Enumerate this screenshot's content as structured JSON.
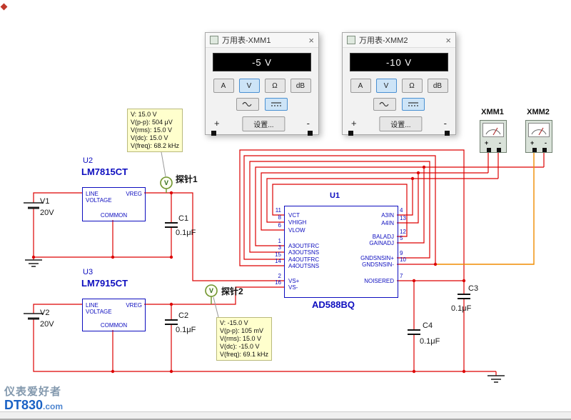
{
  "windows": {
    "xmm1": {
      "title": "万用表-XMM1",
      "close_icon": "×",
      "reading": "-5 V",
      "btn_a": "A",
      "btn_v": "V",
      "btn_ohm": "Ω",
      "btn_db": "dB",
      "plus": "+",
      "minus": "-",
      "settings": "设置..."
    },
    "xmm2": {
      "title": "万用表-XMM2",
      "close_icon": "×",
      "reading": "-10 V",
      "btn_a": "A",
      "btn_v": "V",
      "btn_ohm": "Ω",
      "btn_db": "dB",
      "plus": "+",
      "minus": "-",
      "settings": "设置..."
    }
  },
  "meters": {
    "xmm1": {
      "label": "XMM1",
      "plus": "+",
      "minus": "-"
    },
    "xmm2": {
      "label": "XMM2",
      "plus": "+",
      "minus": "-"
    }
  },
  "components": {
    "v1": {
      "ref": "V1",
      "value": "20V"
    },
    "v2": {
      "ref": "V2",
      "value": "20V"
    },
    "u2": {
      "ref": "U2",
      "part": "LM7815CT",
      "line": "LINE",
      "voltage": "VOLTAGE",
      "vreg": "VREG",
      "common": "COMMON"
    },
    "u3": {
      "ref": "U3",
      "part": "LM7915CT",
      "line": "LINE",
      "voltage": "VOLTAGE",
      "vreg": "VREG",
      "common": "COMMON"
    },
    "u1": {
      "ref": "U1",
      "part": "AD588BQ",
      "left_pins": [
        {
          "num": "11",
          "name": "VCT"
        },
        {
          "num": "8",
          "name": "VHIGH"
        },
        {
          "num": "6",
          "name": "VLOW"
        },
        {
          "num": "1",
          "name": "A3OUTFRC"
        },
        {
          "num": "3",
          "name": "A3OUTSNS"
        },
        {
          "num": "15",
          "name": "A4OUTFRC"
        },
        {
          "num": "14",
          "name": "A4OUTSNS"
        },
        {
          "num": "2",
          "name": "VS+"
        },
        {
          "num": "16",
          "name": "VS-"
        }
      ],
      "right_pins": [
        {
          "num": "4",
          "name": "A3IN"
        },
        {
          "num": "13",
          "name": "A4IN"
        },
        {
          "num": "12",
          "name": "BALADJ"
        },
        {
          "num": "5",
          "name": "GAINADJ"
        },
        {
          "num": "9",
          "name": "GNDSNSIN+"
        },
        {
          "num": "10",
          "name": "GNDSNSIN-"
        },
        {
          "num": "7",
          "name": "NOISERED"
        }
      ]
    },
    "c1": {
      "ref": "C1",
      "value": "0.1μF"
    },
    "c2": {
      "ref": "C2",
      "value": "0.1μF"
    },
    "c3": {
      "ref": "C3",
      "value": "0.1μF"
    },
    "c4": {
      "ref": "C4",
      "value": "0.1μF"
    }
  },
  "probes": {
    "p1": {
      "label": "探针1",
      "symbol": "V",
      "lines": [
        "V: 15.0 V",
        "V(p-p): 504 μV",
        "V(rms): 15.0 V",
        "V(dc): 15.0 V",
        "V(freq): 68.2 kHz"
      ]
    },
    "p2": {
      "label": "探针2",
      "symbol": "V",
      "lines": [
        "V: -15.0 V",
        "V(p-p): 105 mV",
        "V(rms): 15.0 V",
        "V(dc): -15.0 V",
        "V(freq): 69.1 kHz"
      ]
    }
  },
  "watermark": {
    "line1": "仪表爱好者",
    "brand": "DT830",
    "suffix": ".com"
  },
  "colors": {
    "wire": "#dd0000",
    "wire-alt": "#f08c00",
    "component": "#0d0dbf",
    "probe": "#6f942c",
    "tooltip-bg": "#ffffcd",
    "display-bg": "#000000",
    "selected-btn": "#cde4f7",
    "watermark-blue": "#1a62c5"
  }
}
